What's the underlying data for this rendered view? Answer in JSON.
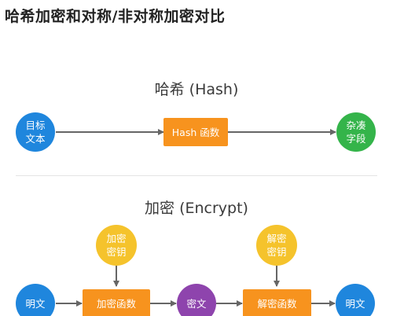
{
  "page_title": "哈希加密和对称/非对称加密对比",
  "hash_section": {
    "title": "哈希 (Hash)",
    "source_node": "目标文本",
    "function_node": "Hash 函数",
    "output_node": "杂凑字段"
  },
  "encrypt_section": {
    "title": "加密 (Encrypt)",
    "encrypt_key": "加密密钥",
    "decrypt_key": "解密密钥",
    "plaintext_in": "明文",
    "encrypt_function": "加密函数",
    "ciphertext": "密文",
    "decrypt_function": "解密函数",
    "plaintext_out": "明文"
  },
  "colors": {
    "blue": "#1f86dd",
    "green": "#34b44a",
    "orange": "#f7931e",
    "yellow": "#f5c32c",
    "purple": "#8e44ad",
    "arrow": "#666666",
    "divider": "#e4e4e4"
  }
}
